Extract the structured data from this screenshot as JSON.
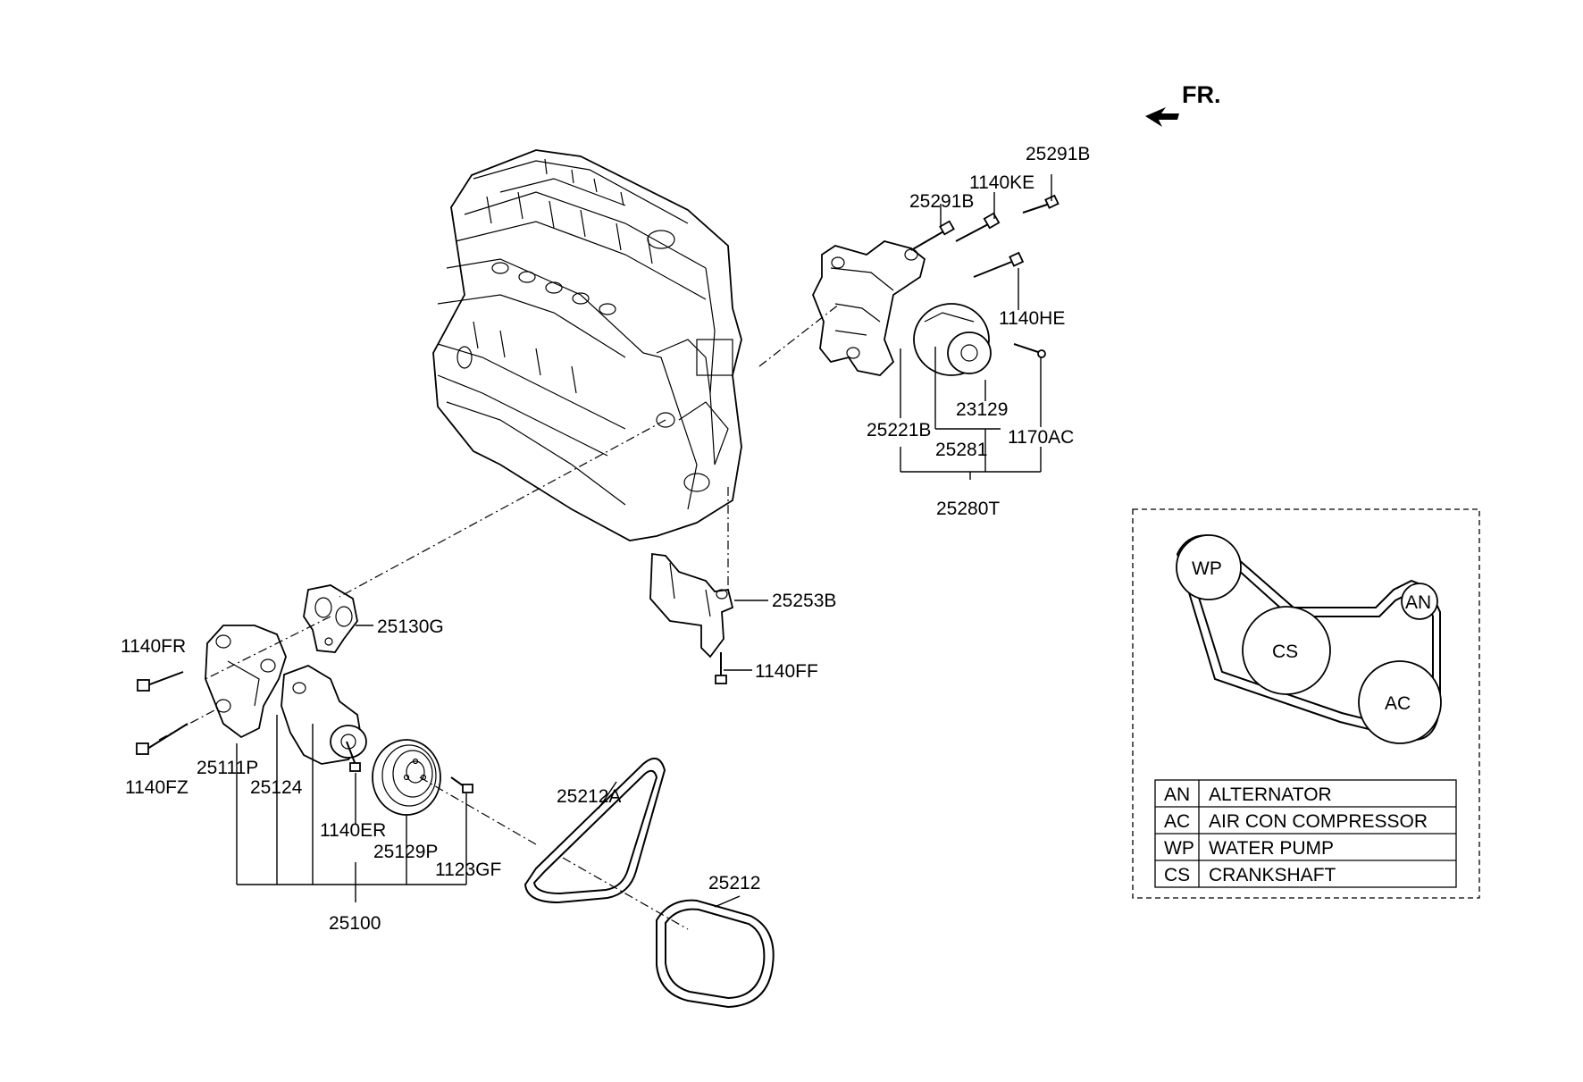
{
  "direction_label": "FR.",
  "labels": {
    "l25291b_top": "25291B",
    "l1140ke": "1140KE",
    "l25291b": "25291B",
    "l1140he": "1140HE",
    "l23129": "23129",
    "l25221b": "25221B",
    "l1170ac": "1170AC",
    "l25281": "25281",
    "l25280t": "25280T",
    "l25253b": "25253B",
    "l1140ff": "1140FF",
    "l25130g": "25130G",
    "l1140fr": "1140FR",
    "l25111p": "25111P",
    "l1140fz": "1140FZ",
    "l25124": "25124",
    "l1140er": "1140ER",
    "l25129p": "25129P",
    "l1123gf": "1123GF",
    "l25100": "25100",
    "l25212a": "25212A",
    "l25212": "25212"
  },
  "belt_layout": {
    "pulleys": {
      "wp": "WP",
      "cs": "CS",
      "an": "AN",
      "ac": "AC"
    },
    "legend": [
      {
        "code": "AN",
        "name": "ALTERNATOR"
      },
      {
        "code": "AC",
        "name": "AIR CON COMPRESSOR"
      },
      {
        "code": "WP",
        "name": "WATER PUMP"
      },
      {
        "code": "CS",
        "name": "CRANKSHAFT"
      }
    ]
  }
}
